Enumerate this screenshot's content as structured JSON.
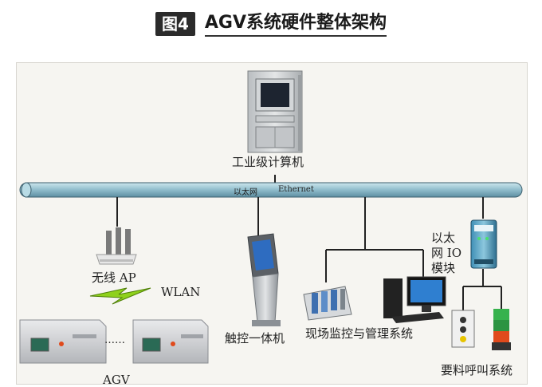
{
  "title": {
    "badge": "图4",
    "text": "AGV系统硬件整体架构"
  },
  "diagram": {
    "bus_label_cn": "以太网",
    "bus_label_en": "Ethernet",
    "nodes": {
      "industrial_pc": "工业级计算机",
      "wireless_ap": "无线 AP",
      "wlan": "WLAN",
      "touch_kiosk": "触控一体机",
      "monitoring": "现场监控与管理系统",
      "io_module_line1": "以太",
      "io_module_line2": "网 IO",
      "io_module_line3": "模块",
      "call_system": "要料呼叫系统",
      "agv_ellipsis": "……",
      "agv": "AGV"
    }
  }
}
